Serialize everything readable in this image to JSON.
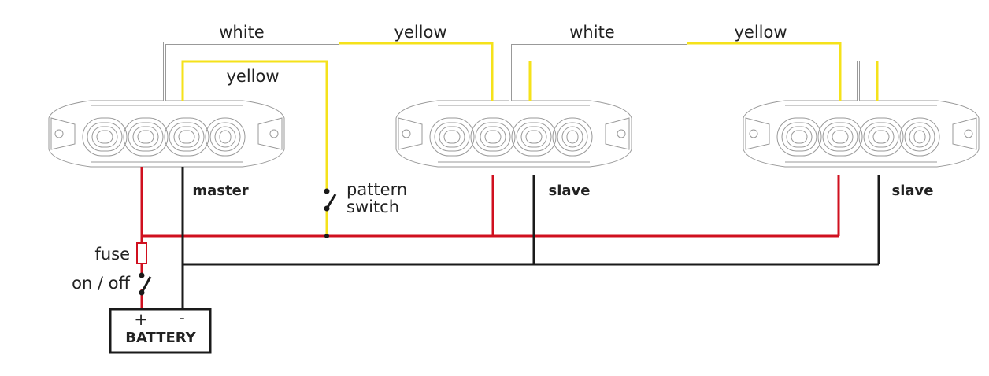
{
  "wire_labels": {
    "white_1": "white",
    "yellow_1": "yellow",
    "yellow_master": "yellow",
    "white_2": "white",
    "yellow_2": "yellow"
  },
  "lights": [
    {
      "label": "master"
    },
    {
      "label": "slave"
    },
    {
      "label": "slave"
    }
  ],
  "pattern_switch": {
    "line1": "pattern",
    "line2": "switch"
  },
  "fuse_label": "fuse",
  "power_switch_label": "on / off",
  "battery": {
    "label": "BATTERY",
    "plus": "+",
    "minus": "-"
  },
  "colors": {
    "red": "#d0101f",
    "black": "#1a1a1a",
    "yellow": "#f5e21a",
    "white_wire": "#9a9a9a"
  }
}
